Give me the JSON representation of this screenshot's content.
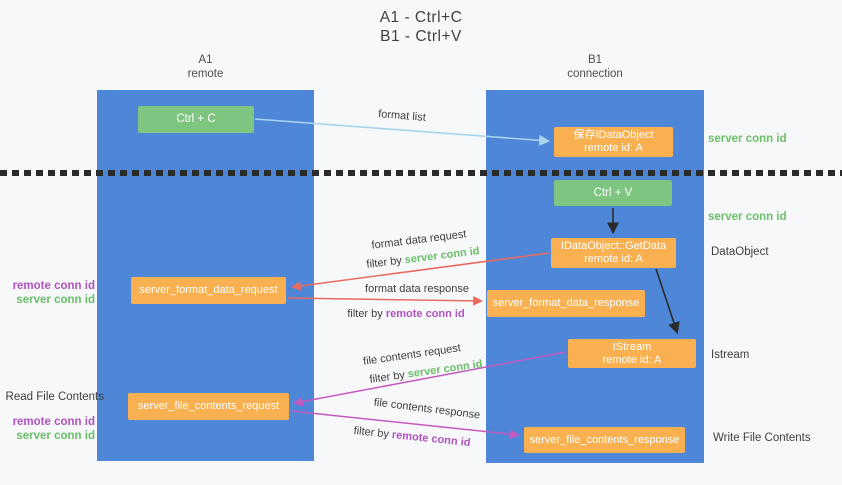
{
  "title": {
    "line1": "A1 - Ctrl+C",
    "line2": "B1 - Ctrl+V"
  },
  "columns": {
    "left": {
      "name": "A1",
      "subtitle": "remote"
    },
    "right": {
      "name": "B1",
      "subtitle": "connection"
    }
  },
  "nodes": {
    "ctrl_c": {
      "label": "Ctrl + C"
    },
    "ctrl_v": {
      "label": "Ctrl + V"
    },
    "save_dataobject": {
      "line1": "保存IDataObject",
      "line2": "remote id: A"
    },
    "getdata": {
      "line1": "IDataObject::GetData",
      "line2": "remote id: A"
    },
    "istream": {
      "line1": "IStream",
      "line2": "remote id: A"
    },
    "format_request": {
      "label": "server_format_data_request"
    },
    "format_response": {
      "label": "server_format_data_response"
    },
    "file_request": {
      "label": "server_file_contents_request"
    },
    "file_response": {
      "label": "server_file_contents_response"
    }
  },
  "arrow_labels": {
    "format_list": "format list",
    "format_data_request": "format data request",
    "format_data_response": "format data response",
    "file_contents_request": "file contents request",
    "file_contents_response": "file contents response",
    "filter_by": "filter by",
    "server_conn_id": "server conn id",
    "remote_conn_id": "remote conn id"
  },
  "side_labels": {
    "server_conn_id_top": "server conn id",
    "server_conn_id_mid": "server conn id",
    "dataobject": "DataObject",
    "istream": "Istream",
    "read_file_contents": "Read File Contents",
    "write_file_contents": "Write File Contents",
    "remote_conn_id_format": "remote conn id",
    "server_conn_id_format": "server conn id",
    "remote_conn_id_file": "remote conn id",
    "server_conn_id_file": "server conn id"
  },
  "colors": {
    "background": "#f7f8f9",
    "column_blue": "#4e86d8",
    "box_orange": "#f9b050",
    "box_green": "#7ec57f",
    "green_text": "#6abf69",
    "purple_text": "#b052c0",
    "red_arrow": "#e96b5e",
    "magenta_arrow": "#c45ac0",
    "lightblue_arrow": "#a9d4ef",
    "black_arrow": "#2b2b2b"
  }
}
